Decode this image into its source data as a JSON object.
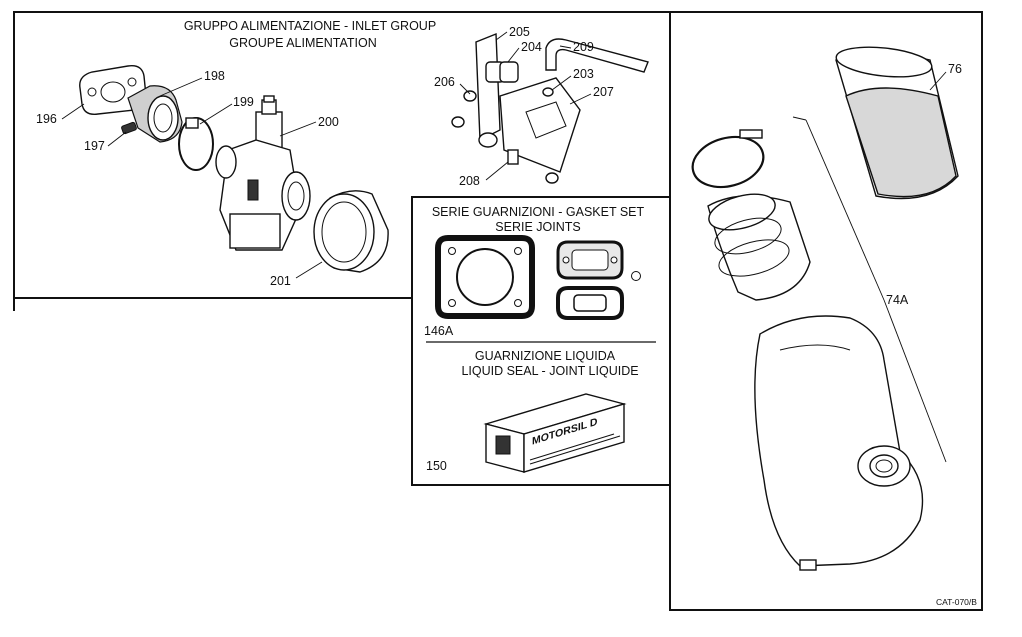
{
  "inlet_group": {
    "title_line1": "GRUPPO ALIMENTAZIONE - INLET GROUP",
    "title_line2": "GROUPE ALIMENTATION",
    "parts": {
      "p196": "196",
      "p197": "197",
      "p198": "198",
      "p199": "199",
      "p200": "200",
      "p201": "201",
      "p203": "203",
      "p204": "204",
      "p205": "205",
      "p206": "206",
      "p207": "207",
      "p208": "208",
      "p209": "209"
    }
  },
  "gasket_set": {
    "title_line1": "SERIE GUARNIZIONI - GASKET SET",
    "title_line2": "SERIE JOINTS",
    "part": "146A"
  },
  "liquid_seal": {
    "title_line1": "GUARNIZIONE LIQUIDA",
    "title_line2": "LIQUID SEAL - JOINT LIQUIDE",
    "part": "150",
    "product_label": "MOTORSIL D"
  },
  "air_filter": {
    "p76": "76",
    "p74A": "74A"
  },
  "catalog_code": "CAT-070/B"
}
